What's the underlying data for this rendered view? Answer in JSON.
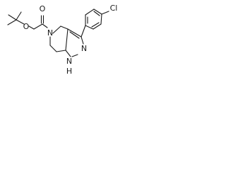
{
  "molecule": {
    "atoms": {
      "carbonyl_oxygen": "O",
      "ester_oxygen": "O",
      "ring_nitrogen": "N",
      "pyrazole_nitrogen": "N",
      "nh_nitrogen": "N",
      "nh_hydrogen": "H",
      "chlorine": "Cl"
    }
  }
}
